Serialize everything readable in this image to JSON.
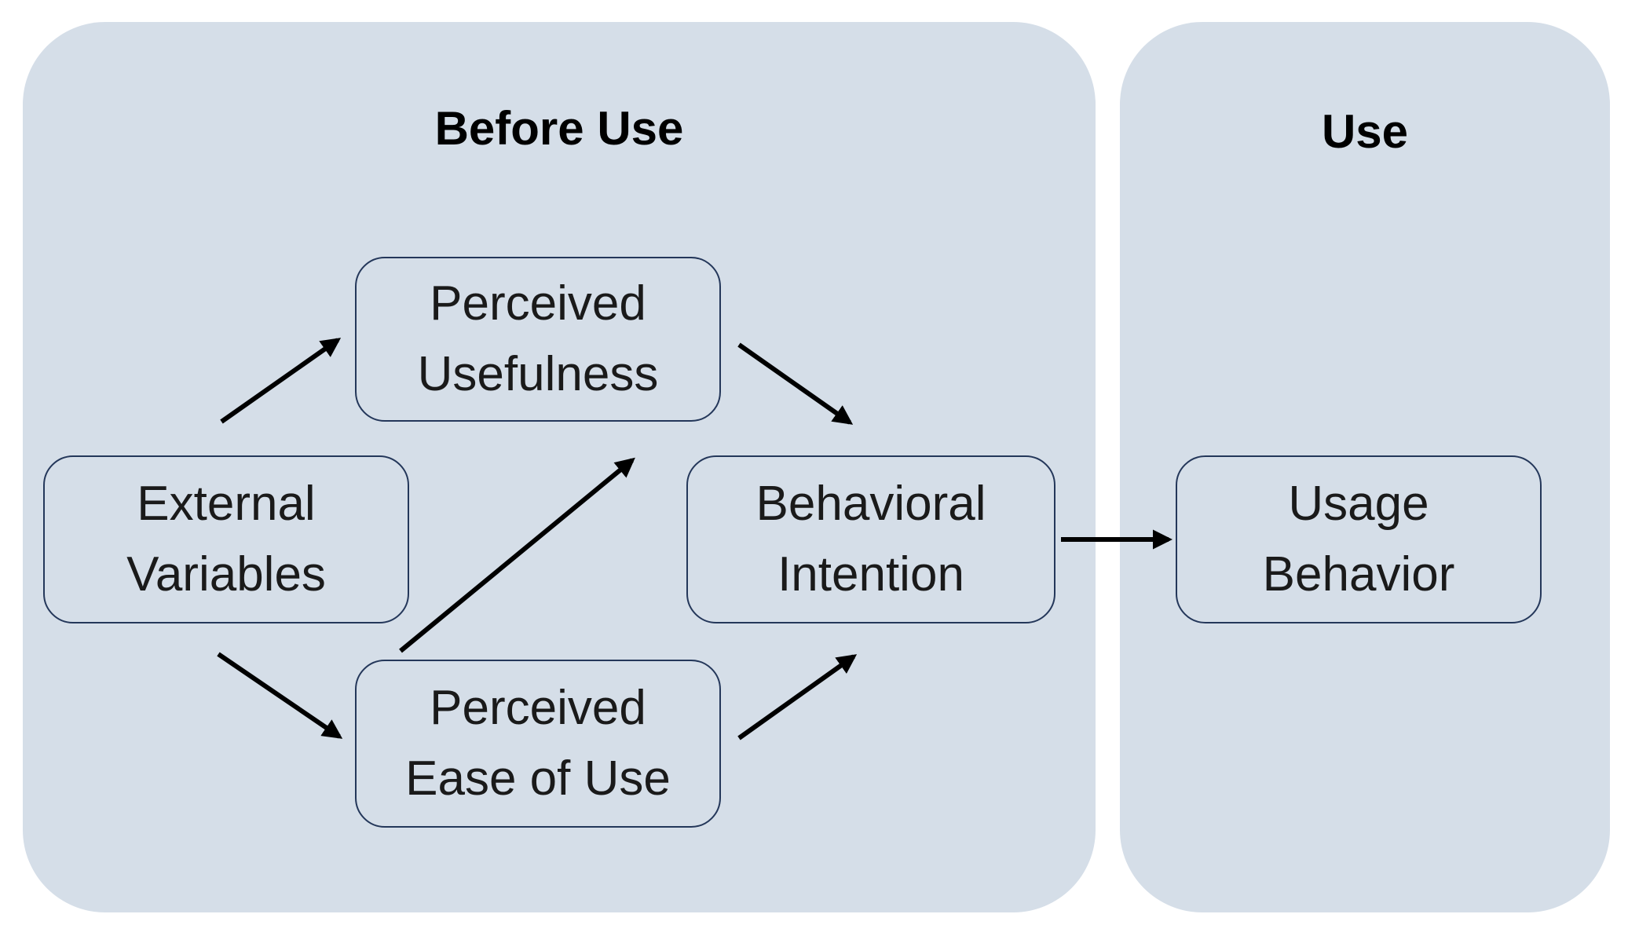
{
  "panels": {
    "before": {
      "title": "Before Use"
    },
    "use": {
      "title": "Use"
    }
  },
  "nodes": {
    "perceived_usefulness": {
      "line1": "Perceived",
      "line2": "Usefulness"
    },
    "external_variables": {
      "line1": "External",
      "line2": "Variables"
    },
    "behavioral_intention": {
      "line1": "Behavioral",
      "line2": "Intention"
    },
    "perceived_ease_of_use": {
      "line1": "Perceived",
      "line2": "Ease of Use"
    },
    "usage_behavior": {
      "line1": "Usage",
      "line2": "Behavior"
    }
  },
  "edges": [
    {
      "from": "external_variables",
      "to": "perceived_usefulness"
    },
    {
      "from": "external_variables",
      "to": "perceived_ease_of_use"
    },
    {
      "from": "perceived_ease_of_use",
      "to": "perceived_usefulness"
    },
    {
      "from": "perceived_usefulness",
      "to": "behavioral_intention"
    },
    {
      "from": "perceived_ease_of_use",
      "to": "behavioral_intention"
    },
    {
      "from": "behavioral_intention",
      "to": "usage_behavior"
    }
  ],
  "colors": {
    "panel_fill": "#d5dee8",
    "node_border": "#24375a",
    "arrow": "#000000"
  }
}
